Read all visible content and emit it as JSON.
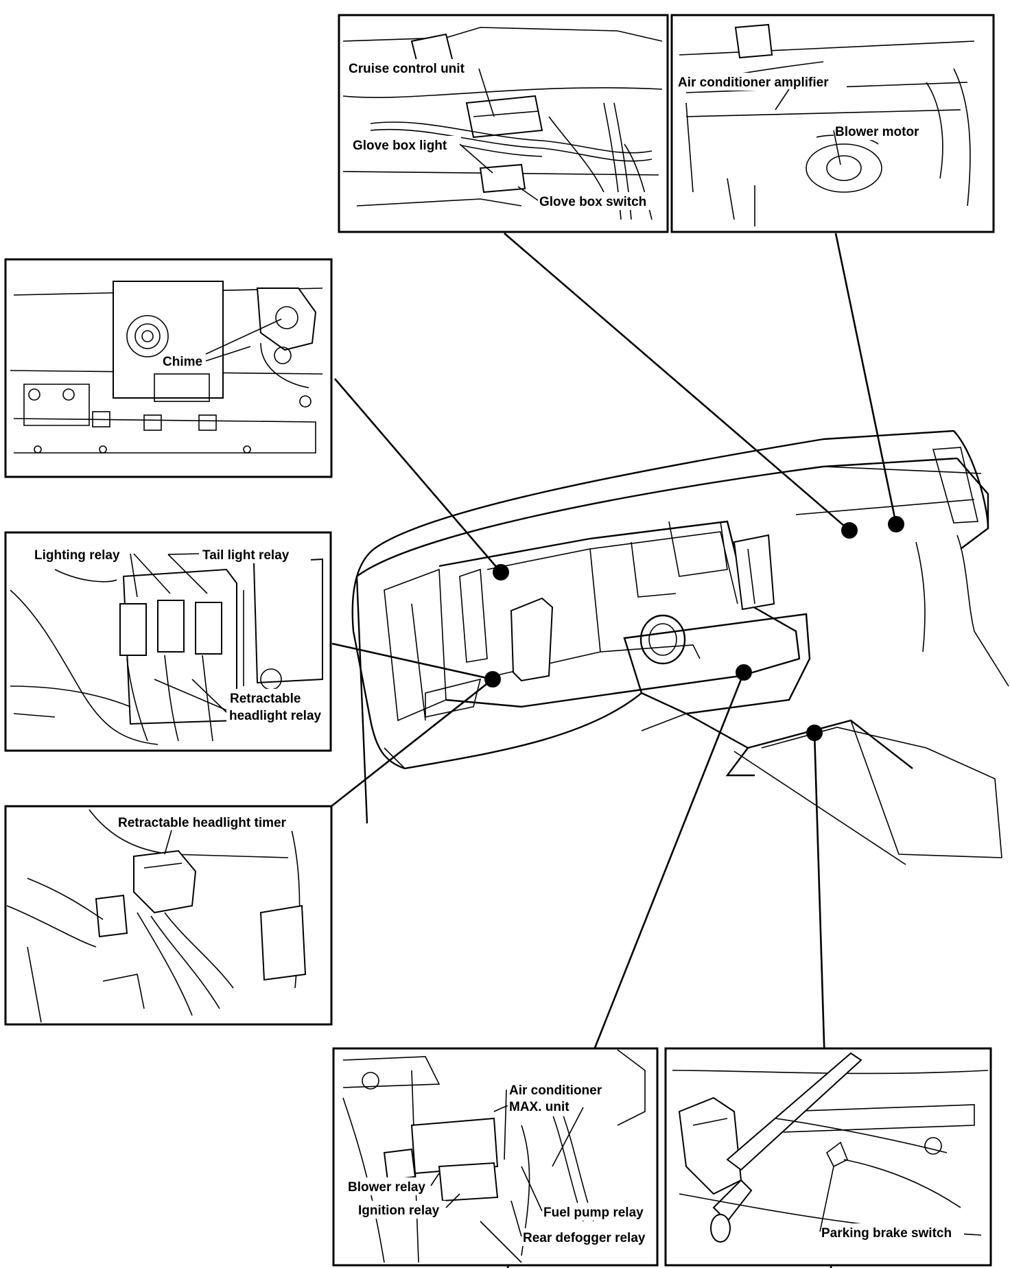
{
  "panels": {
    "glove_box": {
      "labels": {
        "cruise_control_unit": "Cruise control unit",
        "glove_box_light": "Glove box light",
        "glove_box_switch": "Glove box switch"
      }
    },
    "ac_amplifier": {
      "labels": {
        "air_conditioner_amplifier": "Air conditioner amplifier",
        "blower_motor": "Blower motor"
      }
    },
    "chime": {
      "labels": {
        "chime": "Chime"
      }
    },
    "relays_left": {
      "labels": {
        "lighting_relay": "Lighting relay",
        "tail_light_relay": "Tail light relay",
        "retractable_headlight_relay_line1": "Retractable",
        "retractable_headlight_relay_line2": "headlight relay"
      }
    },
    "headlight_timer": {
      "labels": {
        "retractable_headlight_timer": "Retractable headlight timer"
      }
    },
    "center_relays": {
      "labels": {
        "air_conditioner_max_line1": "Air conditioner",
        "air_conditioner_max_line2": "MAX. unit",
        "blower_relay": "Blower relay",
        "ignition_relay": "Ignition relay",
        "fuel_pump_relay": "Fuel pump relay",
        "rear_defogger_relay": "Rear defogger relay"
      }
    },
    "parking_brake": {
      "labels": {
        "parking_brake_switch": "Parking brake switch"
      }
    }
  }
}
